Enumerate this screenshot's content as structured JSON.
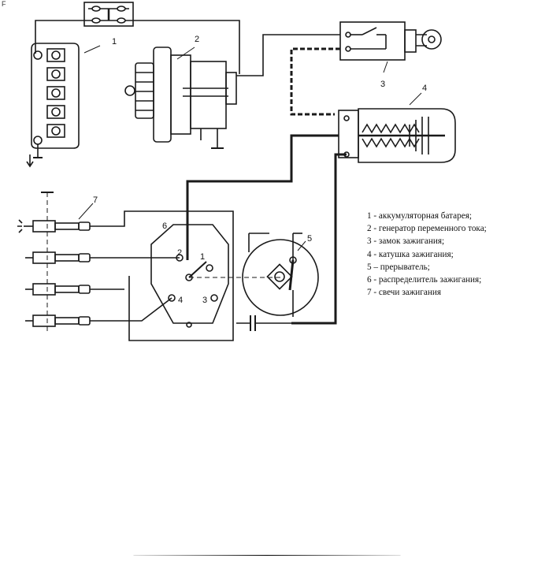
{
  "corner_mark": "F",
  "callouts": [
    "1",
    "2",
    "3",
    "4",
    "5",
    "6",
    "7"
  ],
  "distributor_terminals": [
    "1",
    "2",
    "3",
    "4"
  ],
  "legend": [
    "1 - аккумуляторная батарея;",
    "2 - генератор переменного тока;",
    "3 - замок зажигания;",
    "4 - катушка зажигания;",
    "5 – прерыватель;",
    "6 - распределитель зажигания;",
    "7 - свечи зажигания"
  ],
  "colors": {
    "ink": "#1a1a1a",
    "paper": "#ffffff"
  }
}
